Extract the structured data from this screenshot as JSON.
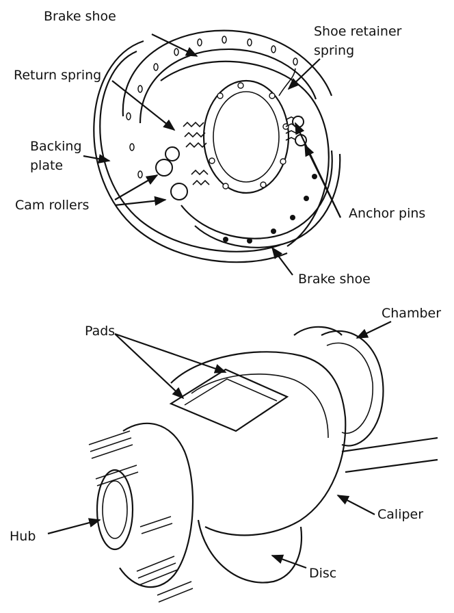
{
  "drum_brake": {
    "labels": {
      "brake_shoe_top": "Brake shoe",
      "shoe_retainer_spring_1": "Shoe retainer",
      "shoe_retainer_spring_2": "spring",
      "return_spring": "Return spring",
      "backing_plate_1": "Backing",
      "backing_plate_2": "plate",
      "cam_rollers": "Cam rollers",
      "anchor_pins": "Anchor pins",
      "brake_shoe_bottom": "Brake shoe"
    }
  },
  "disc_brake": {
    "labels": {
      "chamber": "Chamber",
      "pads": "Pads",
      "caliper": "Caliper",
      "hub": "Hub",
      "disc": "Disc"
    }
  }
}
